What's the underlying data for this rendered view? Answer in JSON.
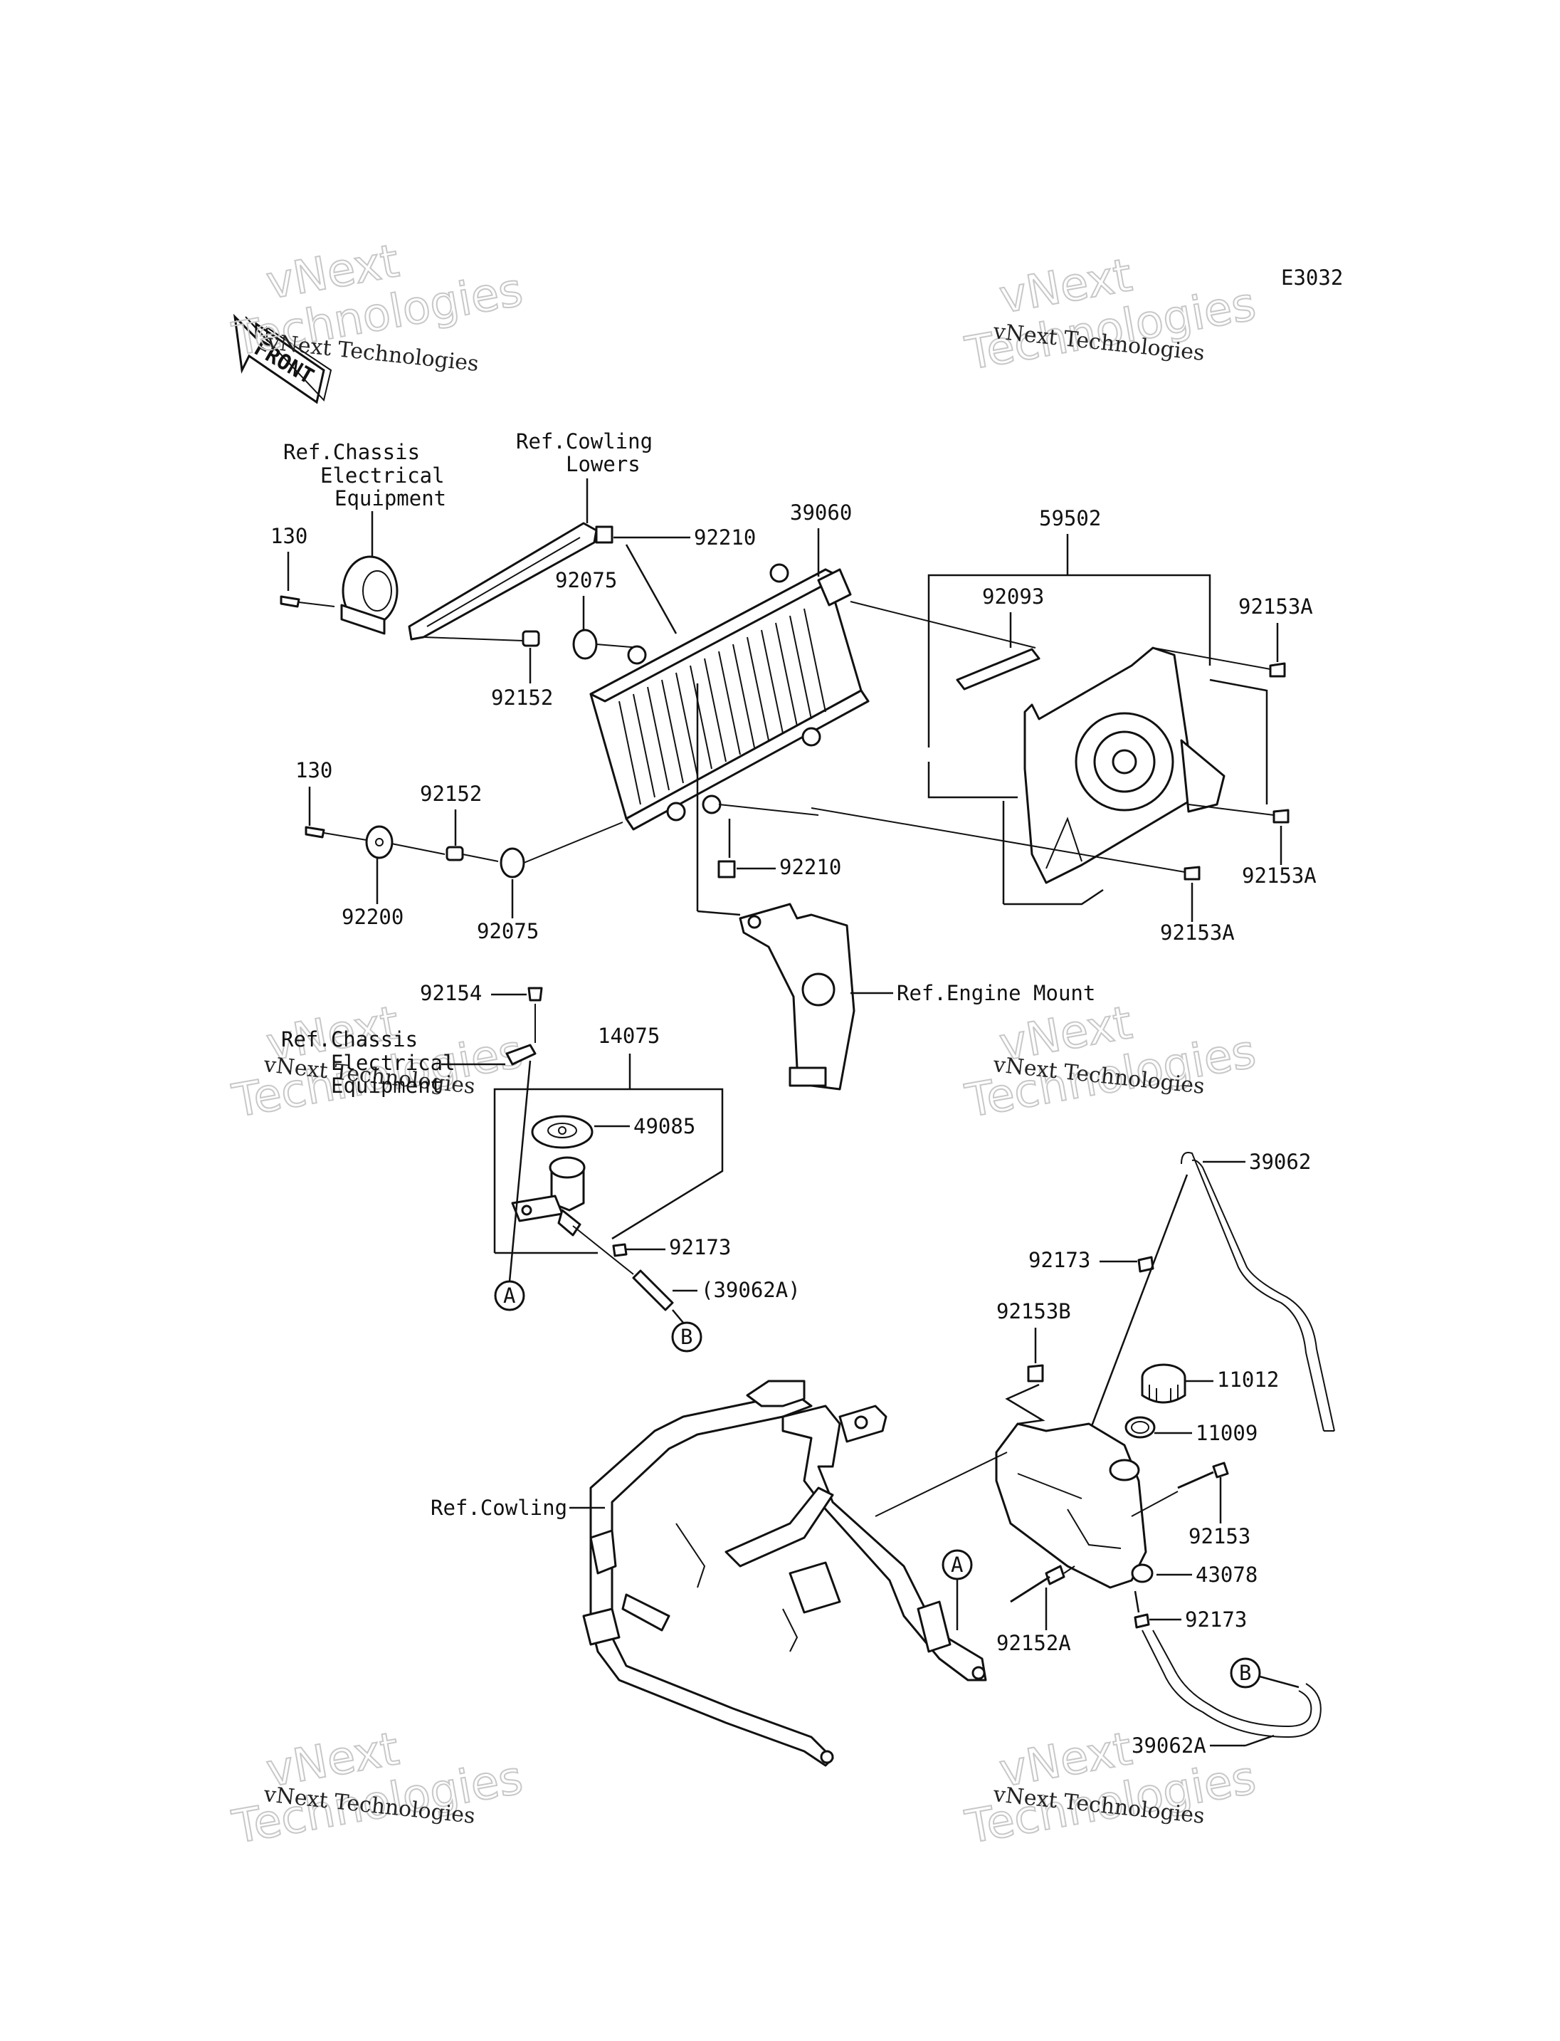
{
  "diagram_code": "E3032",
  "front_label": "FRONT",
  "watermark": {
    "line1": "vNext Technologies",
    "line2a": "vNext",
    "line2b": "Technologies"
  },
  "refs": {
    "chassis_elec_1": [
      "Ref.Chassis",
      "Electrical",
      "Equipment"
    ],
    "cowling_lowers": [
      "Ref.Cowling",
      "Lowers"
    ],
    "engine_mount": "Ref.Engine Mount",
    "chassis_elec_2": [
      "Ref.Chassis",
      "Electrical",
      "Equipment"
    ],
    "cowling": "Ref.Cowling"
  },
  "parts": {
    "p130_top": "130",
    "p92152_top": "92152",
    "p92075_top": "92075",
    "p92210_top": "92210",
    "p39060": "39060",
    "p59502": "59502",
    "p92093": "92093",
    "p92153A_1": "92153A",
    "p92153A_2": "92153A",
    "p92153A_3": "92153A",
    "p130_bot": "130",
    "p92152_bot": "92152",
    "p92200": "92200",
    "p92075_bot": "92075",
    "p92210_bot": "92210",
    "p92154": "92154",
    "p14075": "14075",
    "p49085": "49085",
    "p92173_a": "92173",
    "p39062A_paren": "(39062A)",
    "p39062": "39062",
    "p92173_b": "92173",
    "p92153B": "92153B",
    "p11012": "11012",
    "p11009": "11009",
    "p92153": "92153",
    "p43078": "43078",
    "p92152A": "92152A",
    "p92173_c": "92173",
    "p39062A": "39062A"
  },
  "circle_refs": {
    "a1": "A",
    "b1": "B",
    "a2": "A",
    "b2": "B"
  }
}
